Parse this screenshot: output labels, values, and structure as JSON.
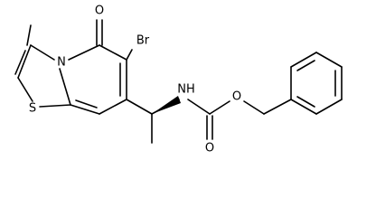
{
  "atoms": {
    "oxygen_ketone": "O",
    "bromine": "Br",
    "nitrogen_ring": "N",
    "sulfur_ring": "S",
    "nitrogen_carbamate": "NH",
    "oxygen_carbonyl": "O",
    "oxygen_ester": "O"
  },
  "colors": {
    "bond": "#000000",
    "background": "#ffffff"
  }
}
